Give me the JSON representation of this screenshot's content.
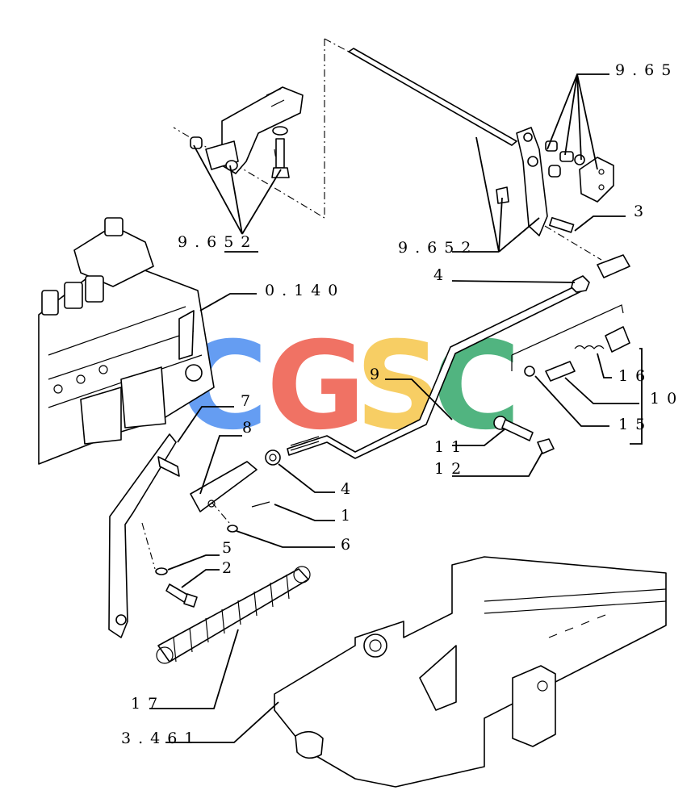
{
  "labels": {
    "l_965": "9.65",
    "l_9652_left": "9.652",
    "l_9652_right": "9.652",
    "l_3": "3",
    "l_4_top": "4",
    "l_0140": "0.140",
    "l_9": "9",
    "l_16": "16",
    "l_10": "10",
    "l_15": "15",
    "l_7": "7",
    "l_8": "8",
    "l_11": "11",
    "l_12": "12",
    "l_4_mid": "4",
    "l_1": "1",
    "l_6": "6",
    "l_5": "5",
    "l_2": "2",
    "l_17": "17",
    "l_3461": "3.461"
  },
  "watermark": {
    "letters": [
      "C",
      "G",
      "S",
      "C"
    ],
    "colors": [
      "#4b8df0",
      "#ee5a4a",
      "#f6c64a",
      "#33a86a"
    ]
  }
}
